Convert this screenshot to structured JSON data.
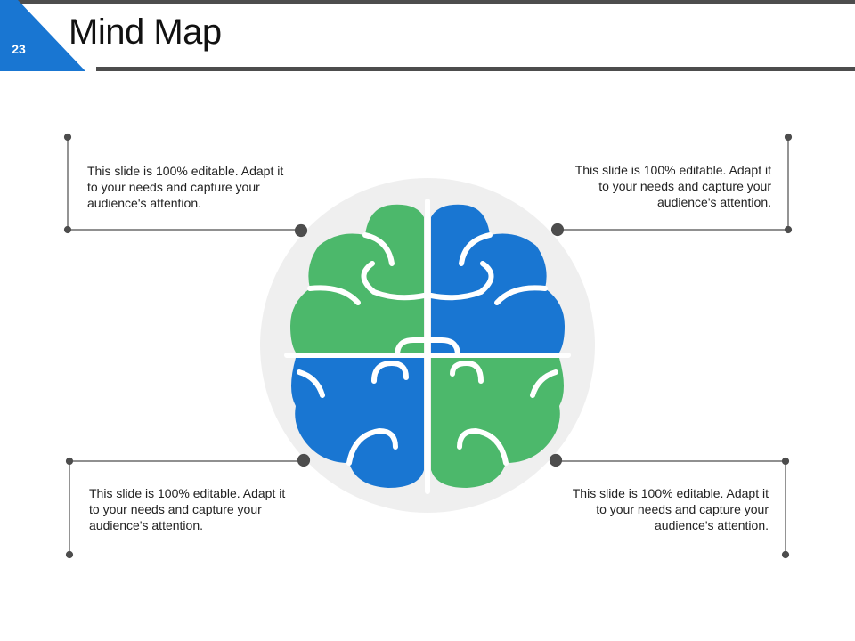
{
  "slide": {
    "number": "23",
    "title": "Mind Map"
  },
  "colors": {
    "accent_blue": "#1976d2",
    "accent_green": "#4cb86b",
    "rule_dark": "#4d4d4d",
    "backdrop": "#efefef"
  },
  "callouts": {
    "top_left": {
      "text": "This slide is 100% editable. Adapt it to your needs and capture your audience's attention."
    },
    "top_right": {
      "text": "This slide is 100% editable. Adapt it to your needs and capture your audience's attention."
    },
    "bottom_left": {
      "text": "This slide is 100% editable. Adapt it to your needs and capture your audience's attention."
    },
    "bottom_right": {
      "text": "This slide is 100% editable. Adapt it to your needs and capture your audience's attention."
    }
  },
  "diagram": {
    "center_icon": "brain-puzzle-icon",
    "quadrant_colors": [
      "green",
      "blue",
      "blue",
      "green"
    ]
  }
}
